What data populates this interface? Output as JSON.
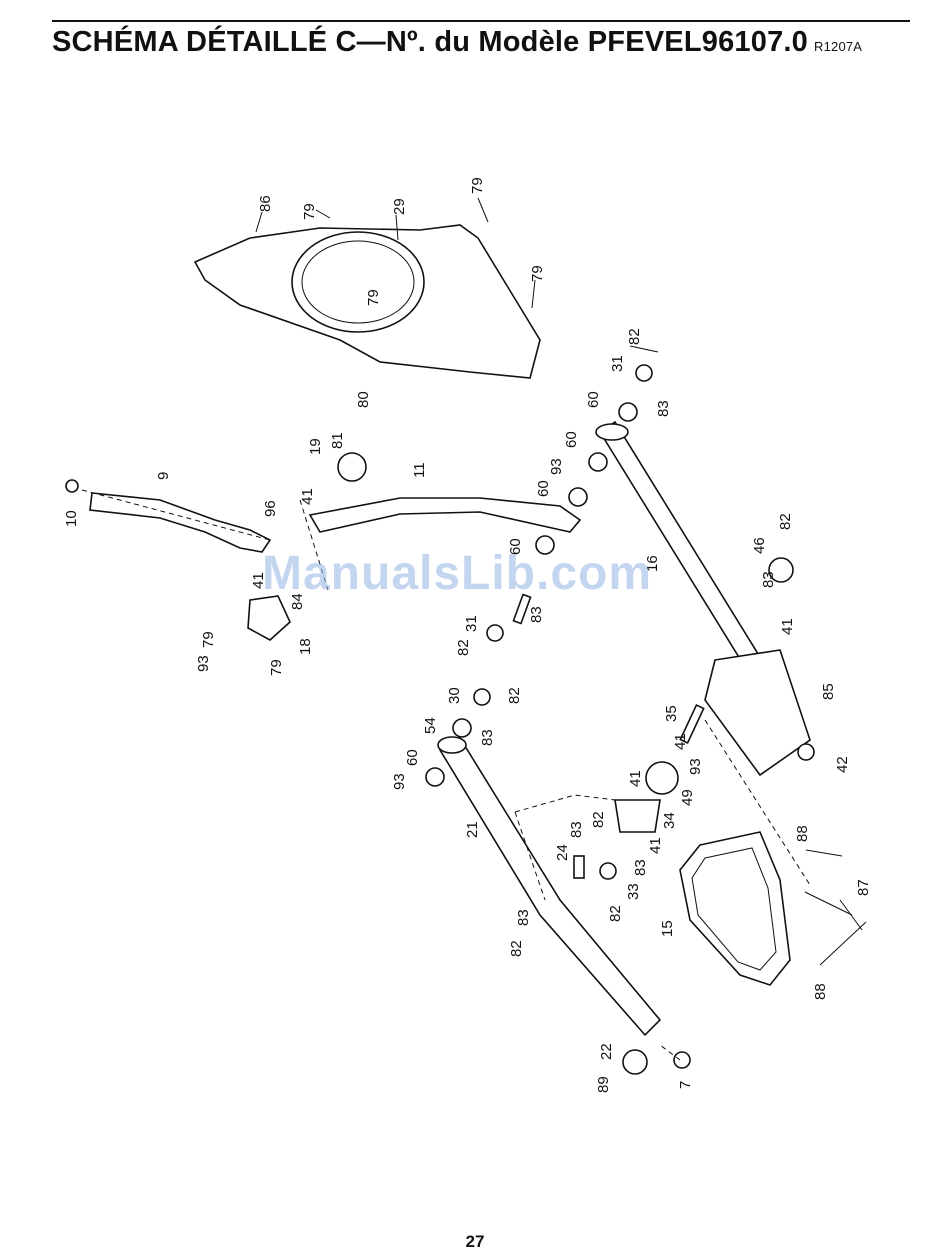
{
  "header": {
    "title": "SCHÉMA DÉTAILLÉ C—Nº. du Modèle PFEVEL96107.0",
    "revision_code": "R1207A"
  },
  "page_number": "27",
  "watermark": "ManualsLib.com",
  "part_labels": [
    "86",
    "79",
    "29",
    "79",
    "79",
    "79",
    "82",
    "31",
    "60",
    "83",
    "80",
    "81",
    "19",
    "60",
    "93",
    "60",
    "11",
    "9",
    "10",
    "96",
    "41",
    "41",
    "84",
    "60",
    "16",
    "46",
    "82",
    "83",
    "41",
    "31",
    "83",
    "82",
    "79",
    "93",
    "79",
    "18",
    "30",
    "82",
    "54",
    "83",
    "35",
    "85",
    "60",
    "93",
    "41",
    "93",
    "42",
    "41",
    "49",
    "21",
    "83",
    "82",
    "34",
    "41",
    "24",
    "83",
    "88",
    "87",
    "33",
    "82",
    "15",
    "83",
    "82",
    "88",
    "22",
    "89",
    "7"
  ]
}
